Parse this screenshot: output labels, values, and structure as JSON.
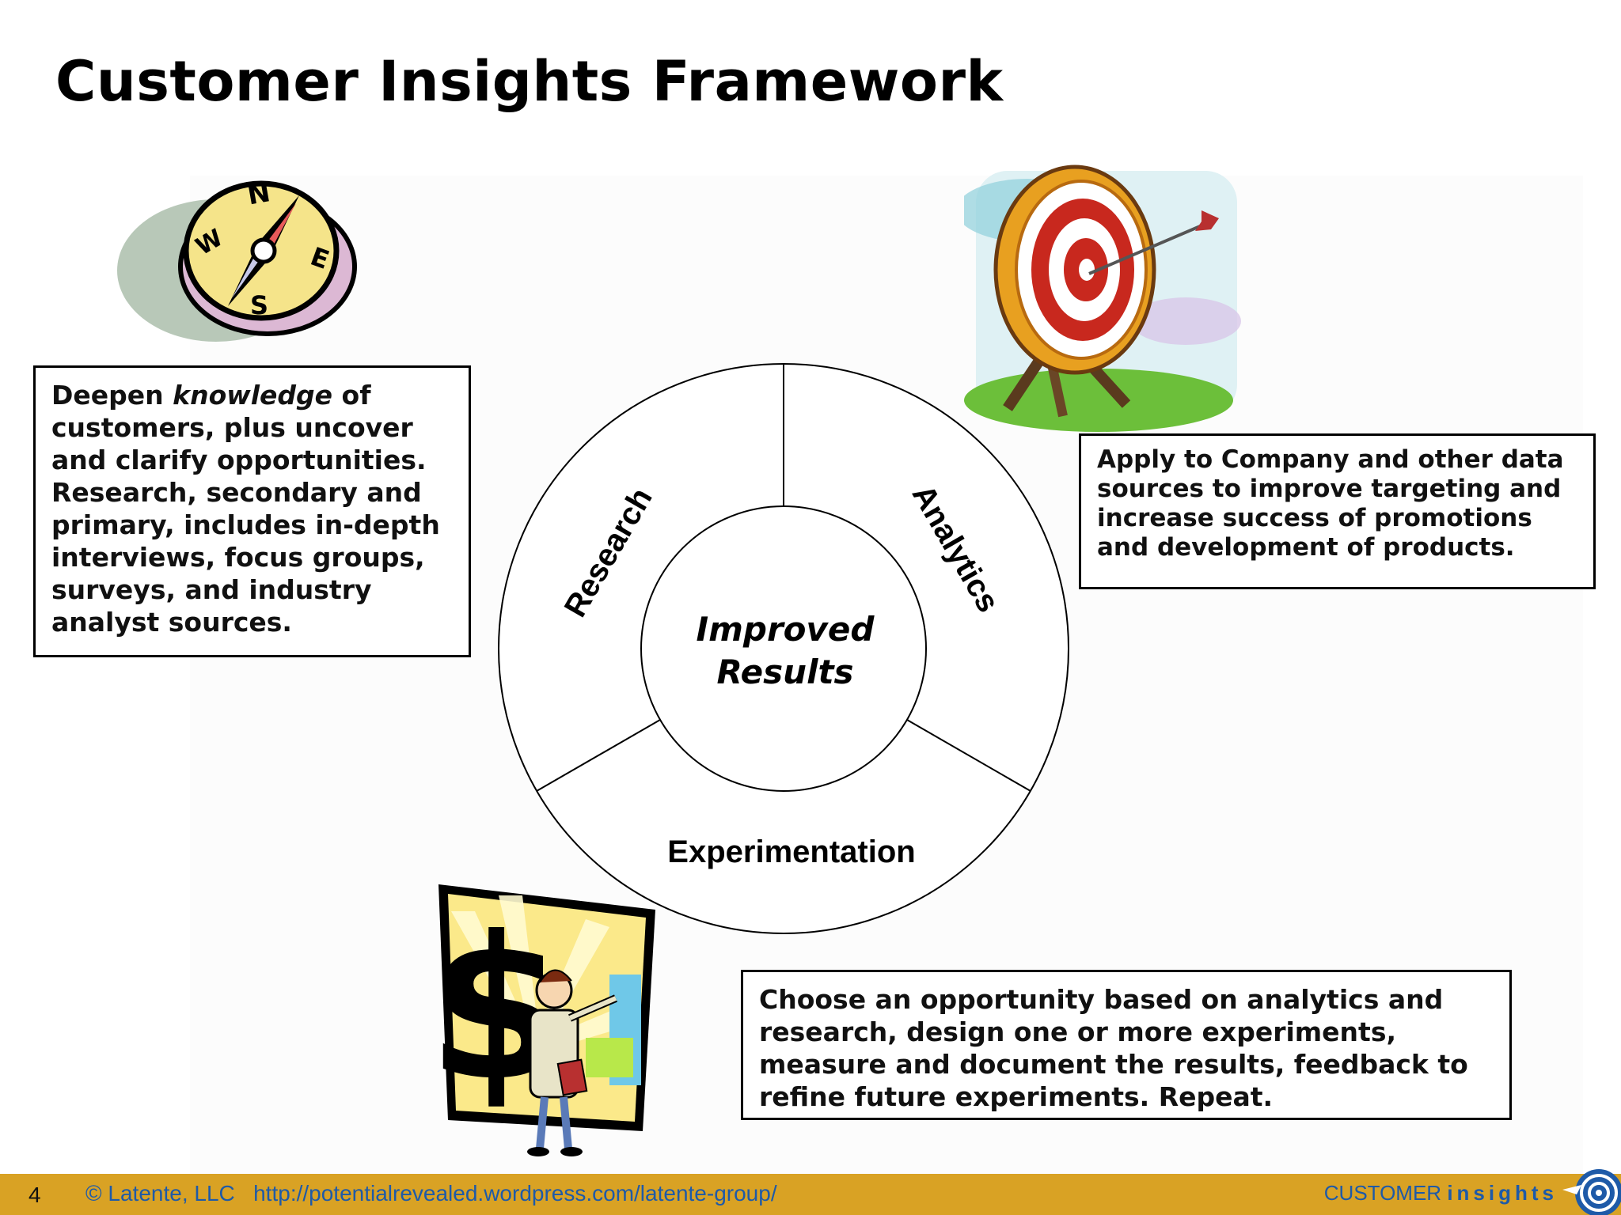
{
  "slide": {
    "title": "Customer Insights Framework",
    "page_number": "4"
  },
  "diagram": {
    "center_line1": "Improved",
    "center_line2": "Results",
    "segments": [
      "Research",
      "Analytics",
      "Experimentation"
    ]
  },
  "boxes": {
    "research": {
      "text_before": "Deepen ",
      "emphasis": "knowledge",
      "text_after": " of customers, plus uncover and clarify opportunities. Research, secondary and primary, includes in-depth interviews, focus groups, surveys, and industry analyst sources."
    },
    "analytics": {
      "text": "Apply to Company and other data sources to improve targeting and increase success of promotions and development of products."
    },
    "experimentation": {
      "text": "Choose an opportunity based on analytics and research, design one or more experiments, measure and document the results, feedback to refine future experiments. Repeat."
    }
  },
  "clipart": {
    "compass_letters": [
      "N",
      "E",
      "S",
      "W"
    ],
    "dollar_sign": "$"
  },
  "footer": {
    "copyright": "© Latente, LLC",
    "url": "http://potentialrevealed.wordpress.com/latente-group/",
    "logo_prefix": "CUSTOMER",
    "logo_suffix": "insights"
  },
  "colors": {
    "footer_bar": "#d9a224",
    "footer_text": "#1e5aa8",
    "target_red": "#c8281e",
    "target_gold": "#e8a020"
  }
}
